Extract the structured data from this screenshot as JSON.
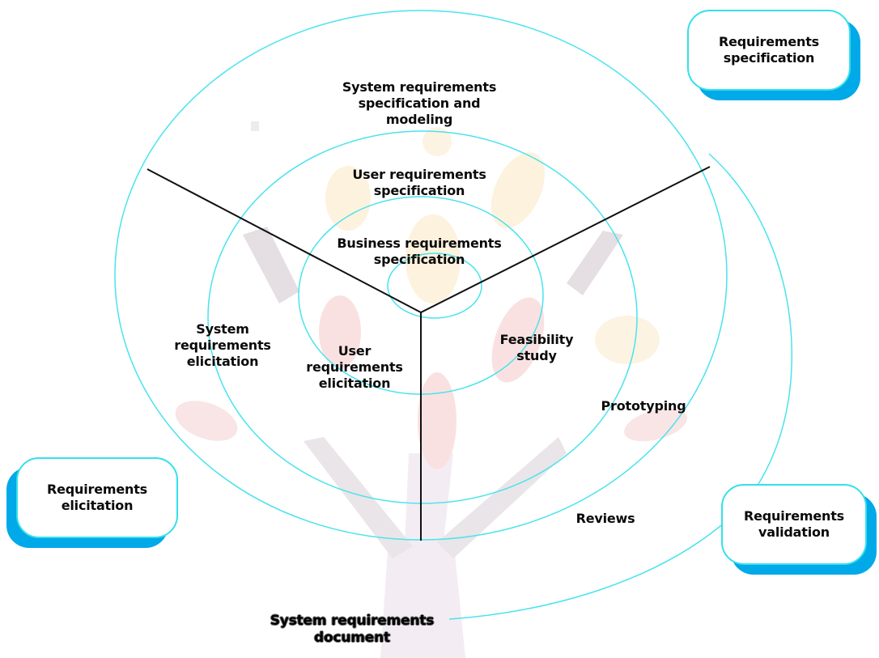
{
  "diagram": {
    "ring_labels": {
      "outer_top": "System requirements\nspecification and\nmodeling",
      "middle_top": "User requirements\nspecification",
      "inner_top": "Business requirements\nspecification",
      "outer_left": "System\nrequirements\nelicitation",
      "middle_left": "User\nrequirements\nelicitation",
      "middle_right": "Feasibility\nstudy",
      "outer_right": "Prototyping",
      "outermost_right": "Reviews"
    },
    "output_label": "System requirements\ndocument",
    "phase_boxes": {
      "specification": "Requirements\nspecification",
      "elicitation": "Requirements\nelicitation",
      "validation": "Requirements\nvalidation"
    },
    "colors": {
      "ring_stroke": "#49e3ee",
      "divider_stroke": "#111111",
      "box_border": "#33e0ec",
      "box_shadow": "#00a9e8"
    }
  }
}
